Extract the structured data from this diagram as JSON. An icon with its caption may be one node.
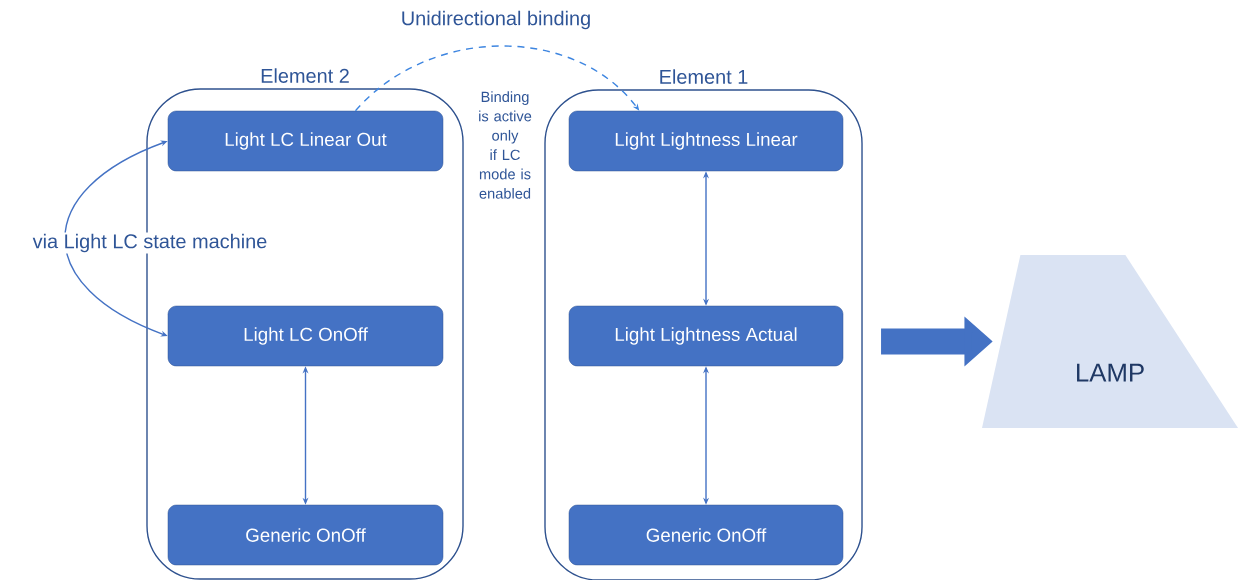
{
  "diagram": {
    "nodes": [
      {
        "text": [
          "Element 2"
        ]
      },
      {
        "text": [
          "Light LC Linear Out"
        ],
        "in": 0
      },
      {
        "text": [
          "Light LC OnOff"
        ],
        "in": 0
      },
      {
        "text": [
          "Generic OnOff"
        ],
        "in": 0
      },
      {
        "text": [
          "Element 1"
        ]
      },
      {
        "text": [
          "Light Lightness Linear"
        ],
        "in": 4
      },
      {
        "text": [
          "Light Lightness Actual"
        ],
        "in": 4
      },
      {
        "text": [
          "Generic OnOff"
        ],
        "in": 4
      },
      {
        "text": [
          "LAMP"
        ]
      }
    ],
    "edges": [
      {
        "from": 1,
        "to": 2,
        "arrow": "both",
        "label": "via Light LC state machine"
      },
      {
        "from": 2,
        "to": 3,
        "arrow": "both"
      },
      {
        "from": 1,
        "to": 5,
        "arrow": "to",
        "label": "Unidirectional binding",
        "style": "dashed",
        "color": "#3d85e0"
      },
      {
        "from": 5,
        "to": 6,
        "arrow": "both"
      },
      {
        "from": 6,
        "to": 7,
        "arrow": "both"
      },
      {
        "from": 4,
        "to": 8,
        "arrow": "to",
        "style": "thick"
      }
    ],
    "labels": [
      "Binding is active only if LC mode is enabled"
    ]
  }
}
